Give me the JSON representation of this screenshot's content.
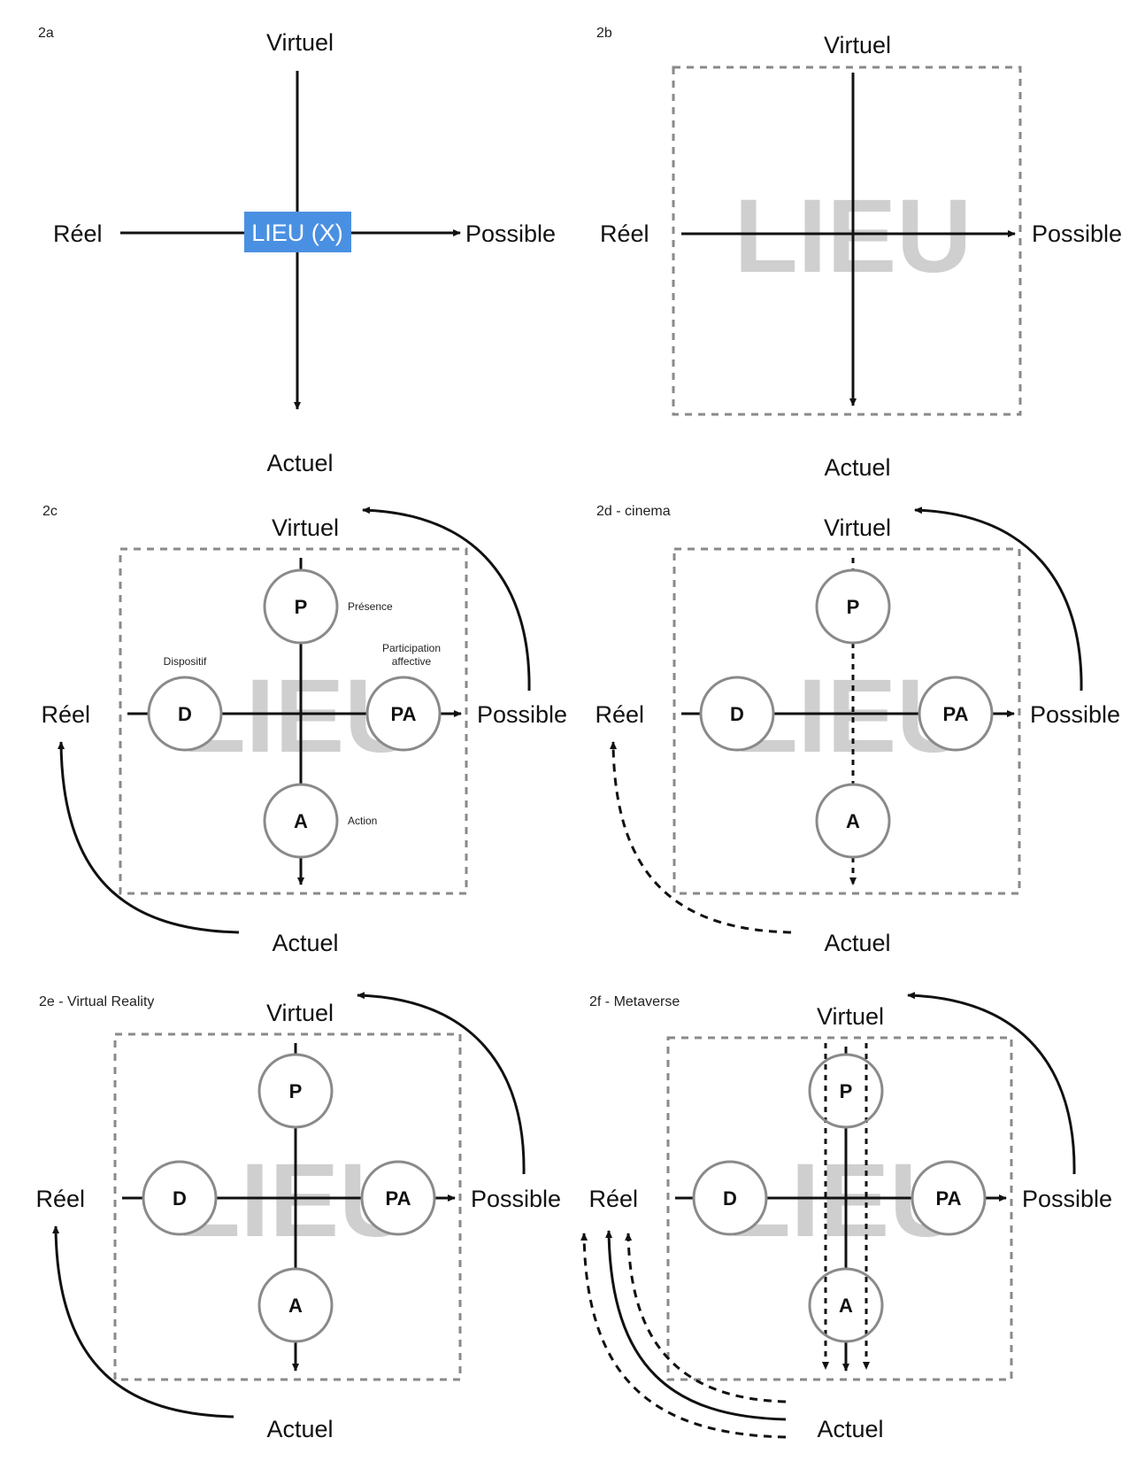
{
  "colors": {
    "ink": "#111111",
    "frame": "#8a8a8a",
    "node_stroke": "#8a8a8a",
    "watermark": "#cfcfcf",
    "lieu_box": "#4a90e2",
    "lieu_box_text": "#ffffff"
  },
  "axes": {
    "top": "Virtuel",
    "bottom": "Actuel",
    "left": "Réel",
    "right": "Possible"
  },
  "watermark": "LIEU",
  "panels": [
    {
      "id": "2a",
      "label": "2a",
      "center_label": "LIEU (X)",
      "framed": false,
      "has_nodes": false
    },
    {
      "id": "2b",
      "label": "2b",
      "framed": true,
      "has_nodes": false
    },
    {
      "id": "2c",
      "label": "2c",
      "framed": true,
      "has_nodes": true,
      "vertical_style": "solid",
      "return_arrow_style": [
        "solid"
      ],
      "annotations": {
        "P": "Présence",
        "D": "Dispositif",
        "PA_line1": "Participation",
        "PA_line2": "affective",
        "A": "Action"
      }
    },
    {
      "id": "2d",
      "label": "2d - cinema",
      "framed": true,
      "has_nodes": true,
      "vertical_style": "dashed",
      "return_arrow_style": [
        "dashed"
      ]
    },
    {
      "id": "2e",
      "label": "2e - Virtual Reality",
      "framed": true,
      "has_nodes": true,
      "vertical_style": "solid",
      "return_arrow_style": [
        "solid"
      ]
    },
    {
      "id": "2f",
      "label": "2f - Metaverse",
      "framed": true,
      "has_nodes": true,
      "vertical_style": "solid-with-dashed-flanks",
      "return_arrow_style": [
        "dashed",
        "solid",
        "dashed"
      ]
    }
  ],
  "nodes": {
    "P": "P",
    "D": "D",
    "PA": "PA",
    "A": "A"
  }
}
